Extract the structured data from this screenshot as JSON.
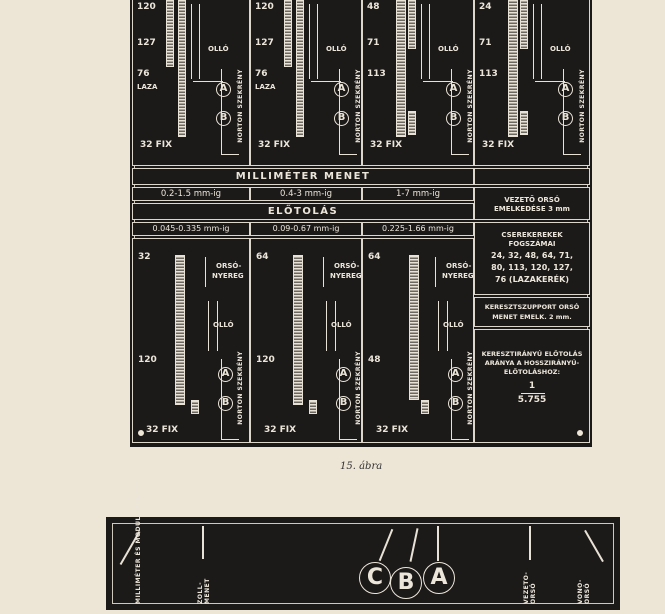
{
  "top_panels": [
    {
      "g1": "120",
      "g2": "127",
      "g3": "76",
      "g3b": "LAZA",
      "fix": "32 FIX",
      "ollo": "OLLÓ",
      "a": "A",
      "b": "B",
      "norton": "NORTON SZEKRÉNY"
    },
    {
      "g1": "120",
      "g2": "127",
      "g3": "76",
      "g3b": "LAZA",
      "fix": "32 FIX",
      "ollo": "OLLÓ",
      "a": "A",
      "b": "B",
      "norton": "NORTON SZEKRÉNY"
    },
    {
      "g1": "48",
      "g2": "71",
      "g3": "113",
      "g3b": "",
      "fix": "32 FIX",
      "ollo": "OLLÓ",
      "a": "A",
      "b": "B",
      "norton": "NORTON SZEKRÉNY"
    },
    {
      "g1": "24",
      "g2": "71",
      "g3": "113",
      "g3b": "",
      "fix": "32 FIX",
      "ollo": "OLLÓ",
      "a": "A",
      "b": "B",
      "norton": "NORTON SZEKRÉNY"
    }
  ],
  "millimeter_header": "MILLIMÉTER MENET",
  "millimeter_ranges": [
    "0.2-1.5 mm-ig",
    "0.4-3 mm-ig",
    "1-7 mm-ig"
  ],
  "feed_header": "ELŐTOLÁS",
  "feed_ranges": [
    "0.045-0.335 mm-ig",
    "0.09-0.67 mm-ig",
    "0.225-1.66 mm-ig"
  ],
  "bottom_panels": [
    {
      "top": "32",
      "orso": "ORSÓ-",
      "nyereg": "NYEREG",
      "ollo": "OLLÓ",
      "mid": "120",
      "fix": "32 FIX",
      "a": "A",
      "b": "B",
      "norton": "NORTON SZEKRÉNY"
    },
    {
      "top": "64",
      "orso": "ORSÓ-",
      "nyereg": "NYEREG",
      "ollo": "OLLÓ",
      "mid": "120",
      "fix": "32 FIX",
      "a": "A",
      "b": "B",
      "norton": "NORTON SZEKRÉNY"
    },
    {
      "top": "64",
      "orso": "ORSÓ-",
      "nyereg": "NYEREG",
      "ollo": "OLLÓ",
      "mid": "48",
      "fix": "32 FIX",
      "a": "A",
      "b": "B",
      "norton": "NORTON SZEKRÉNY"
    }
  ],
  "info": {
    "lead_line1": "VEZETŐ ORSÓ",
    "lead_line2": "EMELKEDÉSE 3 mm",
    "gears_line1": "CSEREKEREKEK",
    "gears_line2": "FOGSZÁMAI",
    "gears_line3": "24, 32, 48, 64, 71,",
    "gears_line4": "80, 113, 120, 127,",
    "gears_line5": "76 (LAZAKERÉK)",
    "cross_line1": "KERESZTSZUPPORT ORSÓ",
    "cross_line2": "MENET EMELK. 2 mm.",
    "ratio_line1": "KERESZTIRÁNYÚ ELŐTOLÁS",
    "ratio_line2": "ARÁNYA A HOSSZIRÁNYÚ-",
    "ratio_line3": "ELŐTOLÁSHOZ:",
    "ratio_num": "1",
    "ratio_den": "5.755"
  },
  "caption": "15. ábra",
  "bottom_plate": {
    "mm": "MILLIMÉTER ÉS MODUL- MENET",
    "zoll": "ZOLL- MENET",
    "c": "C",
    "b": "B",
    "a": "A",
    "vezeto": "VEZETŐ- ORSÓ",
    "vono": "VONÓ- ORSÓ"
  }
}
